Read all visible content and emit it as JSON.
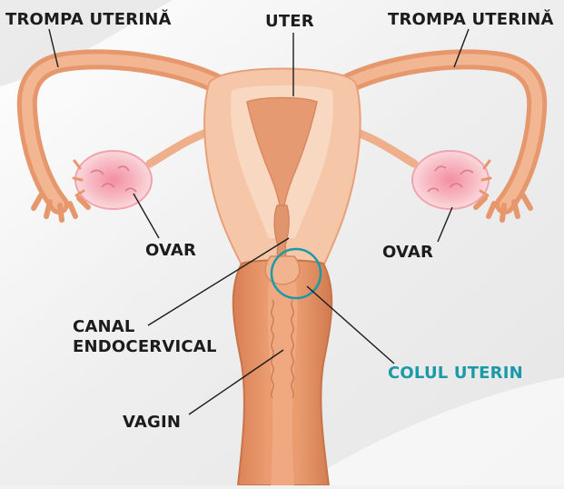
{
  "labels": {
    "tube_left": "TROMPA UTERINĂ",
    "uterus": "UTER",
    "tube_right": "TROMPA UTERINĂ",
    "ovary_left": "OVAR",
    "ovary_right": "OVAR",
    "canal_line1": "CANAL",
    "canal_line2": "ENDOCERVICAL",
    "cervix": "COLUL UTERIN",
    "vagina": "VAGIN"
  },
  "colors": {
    "background": "#f1f1f1",
    "tissue_outer": "#eda77f",
    "tissue_light": "#f8d2b8",
    "tissue_mid": "#f3bb98",
    "cavity": "#e9a179",
    "vagina": "#e29064",
    "vagina_dark": "#cf7a4e",
    "ovary": "#f7bdc6",
    "ovary_core": "#f49eae",
    "label_text": "#1c1c1c",
    "accent": "#1a9aa8"
  }
}
